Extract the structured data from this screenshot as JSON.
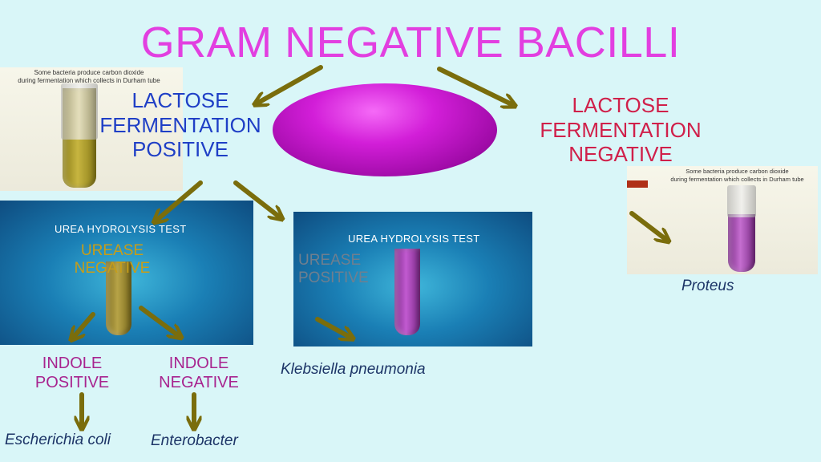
{
  "title": "GRAM NEGATIVE BACILLI",
  "branches": {
    "lactose_positive": [
      "LACTOSE",
      "FERMENTATION",
      "POSITIVE"
    ],
    "lactose_negative": [
      "LACTOSE",
      "FERMENTATION",
      "NEGATIVE"
    ]
  },
  "photo_caption": {
    "line1": "Some bacteria produce carbon dioxide",
    "line2": "during fermentation which collects in Durham tube"
  },
  "panels": {
    "left": {
      "title": "UREA HYDROLYSIS TEST",
      "result": [
        "UREASE",
        "NEGATIVE"
      ]
    },
    "right": {
      "title": "UREA HYDROLYSIS TEST",
      "result": [
        "UREASE",
        "POSITIVE"
      ]
    }
  },
  "indole": {
    "positive": [
      "INDOLE",
      "POSITIVE"
    ],
    "negative": [
      "INDOLE",
      "NEGATIVE"
    ]
  },
  "species": {
    "e_coli": "Escherichia coli",
    "enterobacter": "Enterobacter",
    "klebsiella": "Klebsiella pneumonia",
    "proteus": "Proteus"
  },
  "colors": {
    "background": "#d9f6f8",
    "title": "#e23fe0",
    "lactose_positive": "#1f3fc6",
    "lactose_negative": "#d0204a",
    "indole": "#a8248f",
    "species": "#1d3567",
    "arrow": "#7a6d0c",
    "oval": "#c010c8"
  }
}
